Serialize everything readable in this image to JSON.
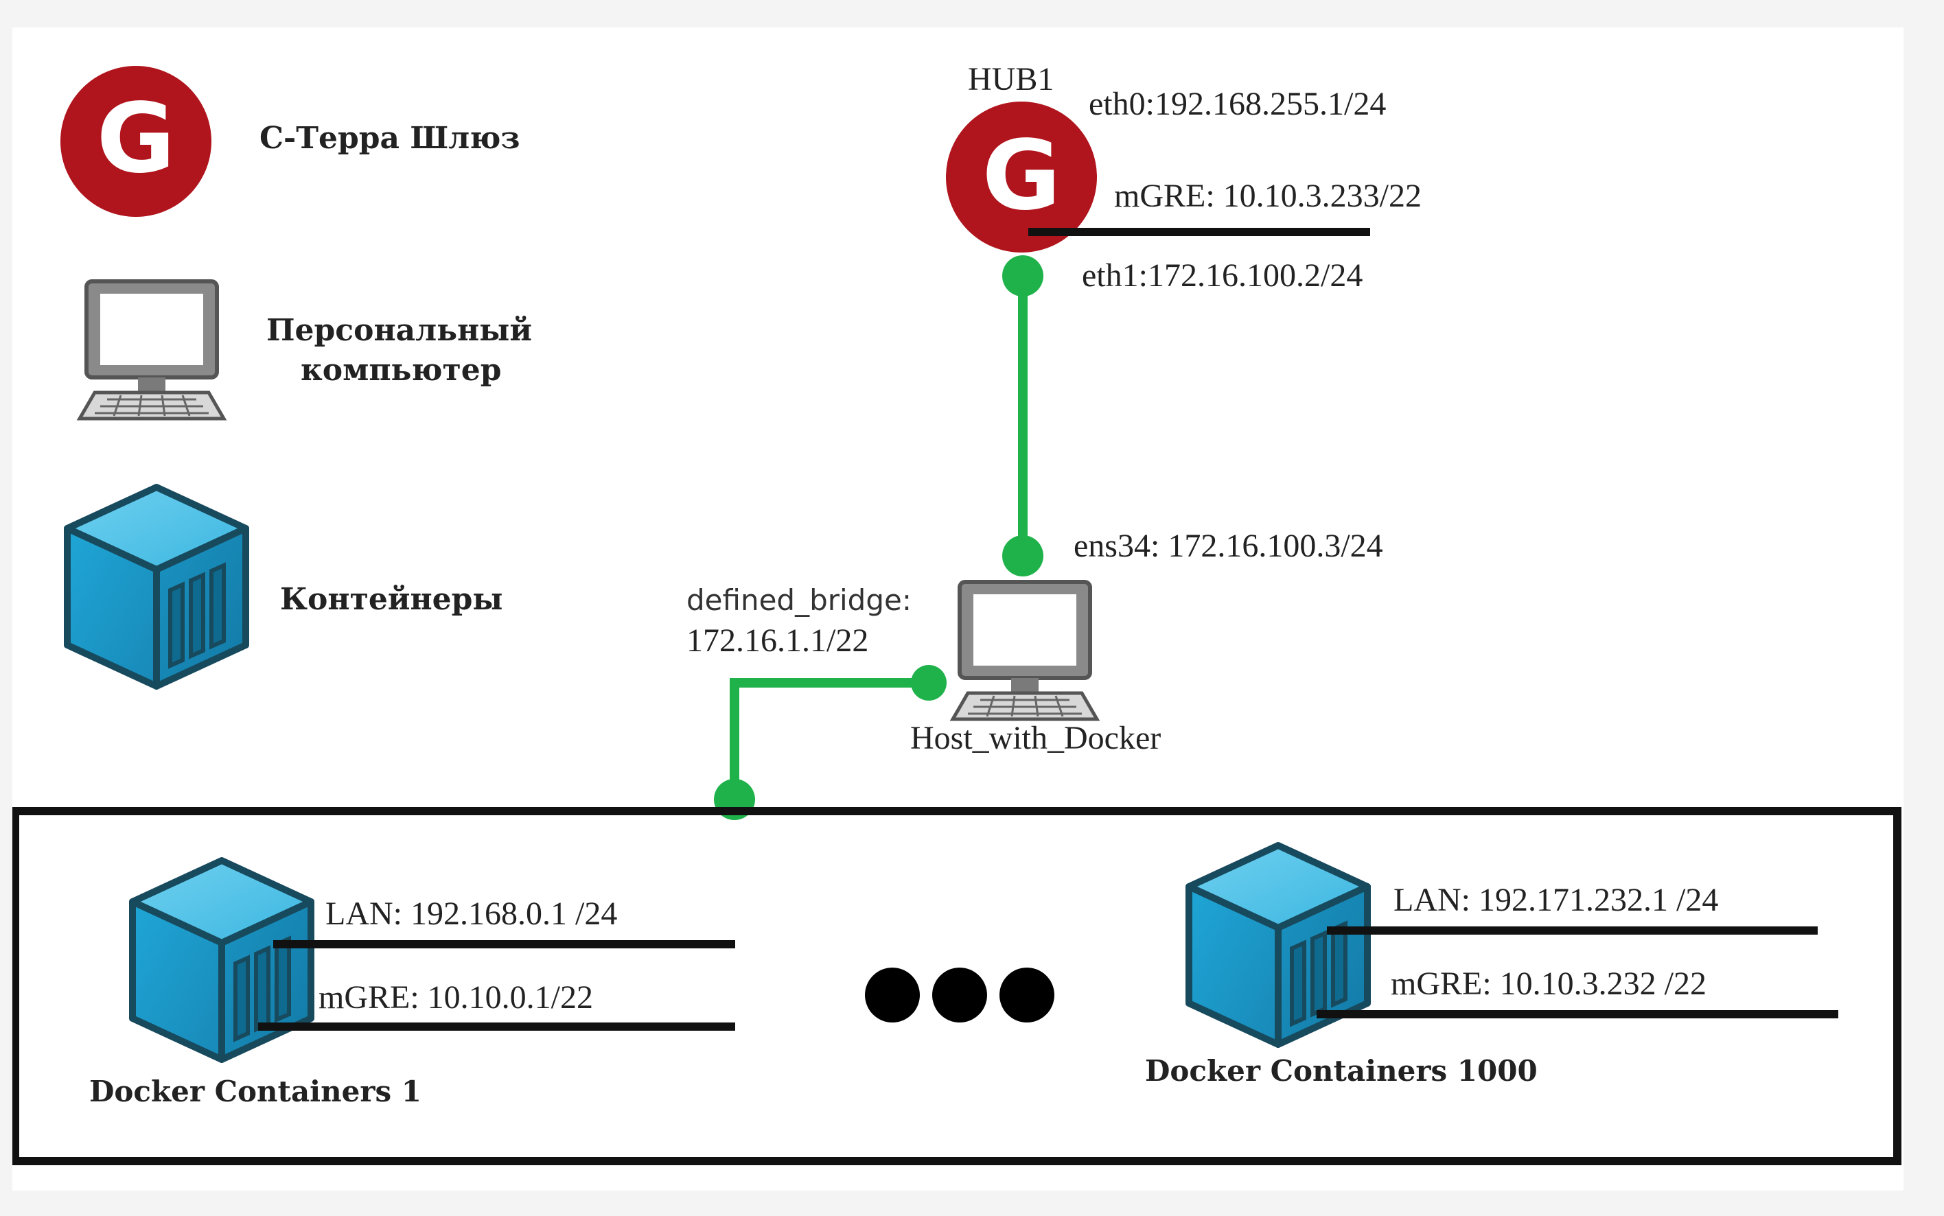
{
  "legend": {
    "gateway_label": "С-Терра Шлюз",
    "gateway_icon_letter": "G",
    "pc_label_line1": "Персональный",
    "pc_label_line2": "компьютер",
    "containers_label": "Контейнеры"
  },
  "hub": {
    "name": "HUB1",
    "icon_letter": "G",
    "eth0": "eth0:192.168.255.1/24",
    "mgre": "mGRE: 10.10.3.233/22",
    "eth1": "eth1:172.16.100.2/24"
  },
  "host": {
    "name": "Host_with_Docker",
    "ens34": "ens34: 172.16.100.3/24",
    "bridge_line1": "defined_bridge:",
    "bridge_line2": "172.16.1.1/22"
  },
  "container1": {
    "name": "Docker Containers 1",
    "lan": "LAN: 192.168.0.1 /24",
    "mgre": "mGRE: 10.10.0.1/22"
  },
  "container1000": {
    "name": "Docker Containers 1000",
    "lan": "LAN: 192.171.232.1 /24",
    "mgre": "mGRE: 10.10.3.232 /22"
  },
  "colors": {
    "gateway_red": "#b0141c",
    "link_green": "#1fb24a",
    "container_blue": "#2aa6d3",
    "frame_black": "#111111"
  }
}
